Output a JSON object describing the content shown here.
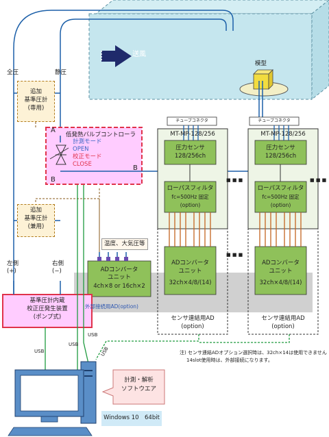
{
  "wind_tunnel": {
    "flow_label": "送風",
    "model_label": "模型"
  },
  "pressure_labels": {
    "total": "全圧",
    "static": "静圧"
  },
  "ref_gauge_top": {
    "line1": "追加",
    "line2": "基準圧計",
    "line3": "(専用)"
  },
  "ref_gauge_bottom": {
    "line1": "追加",
    "line2": "基準圧計",
    "line3": "(兼用)"
  },
  "valve_controller": {
    "title": "低発熱バルブコントローラ",
    "mode_measure": "計測モード",
    "open": "OPEN",
    "mode_calibrate": "校正モード",
    "close": "CLOSE",
    "port_a": "A",
    "port_b": "B",
    "port_b_right": "B"
  },
  "side_labels": {
    "left": "左側",
    "left_sign": "(+)",
    "right": "右側",
    "right_sign": "(−)"
  },
  "calibrator": {
    "line1": "基準圧計内蔵",
    "line2": "校正圧発生装置",
    "line3": "(ポンプ式)"
  },
  "temp_sensors": "温度、大気圧等",
  "ad_main": {
    "line1": "ADコンバータ",
    "line2": "ユニット",
    "line3": "4ch×8  or  16ch×2"
  },
  "external_ad_label": "外部接続用AD(option)",
  "modules": [
    {
      "tube_connector": "チューブコネクタ",
      "title": "MT-MP-128/256",
      "sensor_line1": "圧力センサ",
      "sensor_line2": "128/256ch",
      "filter_line1": "ローパスフィルタ",
      "filter_line2": "fc=500Hz 固定",
      "filter_line3": "(option)",
      "ad_line1": "ADコンバータ",
      "ad_line2": "ユニット",
      "ad_line3": "32ch×4/8/(14)",
      "footer_line1": "センサ連結用AD",
      "footer_line2": "(option)"
    },
    {
      "tube_connector": "チューブコネクタ",
      "title": "MT-MP-128/256",
      "sensor_line1": "圧力センサ",
      "sensor_line2": "128/256ch",
      "filter_line1": "ローパスフィルタ",
      "filter_line2": "fc=500Hz 固定",
      "filter_line3": "(option)",
      "ad_line1": "ADコンバータ",
      "ad_line2": "ユニット",
      "ad_line3": "32ch×4/8/(14)",
      "footer_line1": "センサ連結用AD",
      "footer_line2": "(option)"
    }
  ],
  "ellipsis": "■ ■ ■",
  "usb_labels": [
    "USB",
    "USB",
    "USB",
    "USB"
  ],
  "note": {
    "line1": "注) センサ連結ADオプション選択時は、32ch×14は使用できません",
    "line2": "14slot使用時は、外部接続になります。"
  },
  "software": {
    "line1": "計測・解析",
    "line2": "ソフトウエア"
  },
  "os_label": "Windows 10　64bit"
}
